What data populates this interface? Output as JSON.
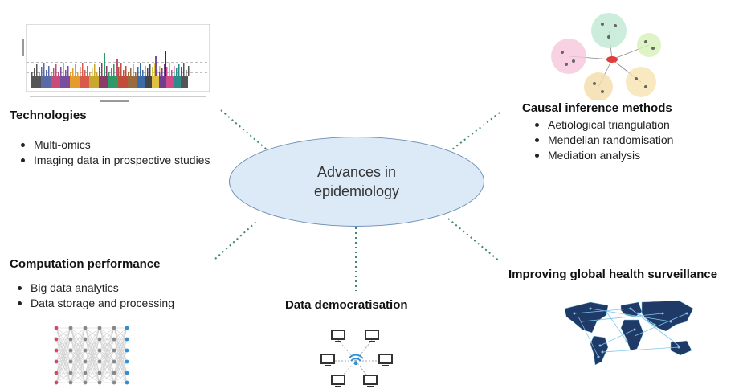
{
  "center": {
    "title": "Advances in epidemiology"
  },
  "branches": {
    "technologies": {
      "heading": "Technologies",
      "items": [
        "Multi-omics",
        "Imaging data in prospective studies"
      ]
    },
    "causal": {
      "heading": "Causal inference methods",
      "items": [
        "Aetiological triangulation",
        "Mendelian randomisation",
        "Mediation analysis"
      ]
    },
    "computation": {
      "heading": "Computation performance",
      "items": [
        "Big data analytics",
        "Data storage and processing"
      ]
    },
    "democratisation": {
      "heading": "Data democratisation"
    },
    "surveillance": {
      "heading": "Improving global health surveillance"
    }
  },
  "colors": {
    "oval_fill": "#dce9f7",
    "oval_stroke": "#6d8db5",
    "connector": "#3f8a6e",
    "map_land": "#1f3a66",
    "map_link": "#7fc6e8",
    "network_node": "#555555"
  },
  "icons": {
    "manhattan": "manhattan-plot-icon",
    "network": "causal-network-icon",
    "neural": "neural-network-icon",
    "computers": "networked-computers-icon",
    "map": "world-map-icon"
  }
}
